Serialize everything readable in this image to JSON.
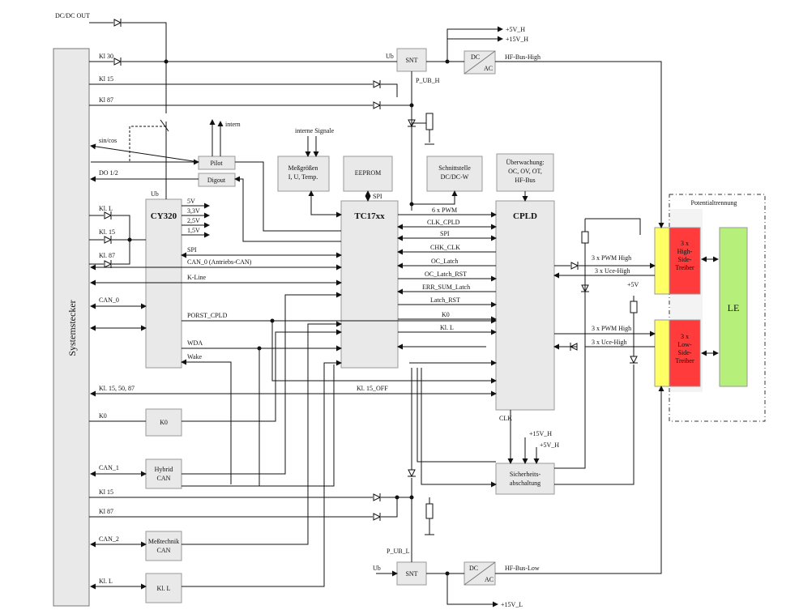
{
  "connector": {
    "label": "Systemstecker"
  },
  "blocks": {
    "cy320": "CY320",
    "tc17": "TC17xx",
    "cpld": "CPLD",
    "pilot": "Pilot",
    "digout": "Digout",
    "messgroessen": [
      "Meßgrößen",
      "I, U, Temp."
    ],
    "eeprom": "EEPROM",
    "schnittstelle": [
      "Schnittstelle",
      "DC/DC-W"
    ],
    "ueberwachung": [
      "Überwachung:",
      "OC, OV, OT,",
      "HF-Bus"
    ],
    "k0": "K0",
    "hybrid_can": [
      "Hybrid",
      "CAN"
    ],
    "messtechnik_can": [
      "Meßtechnik",
      "CAN"
    ],
    "kl_l": "Kl. L",
    "snt_top": "SNT",
    "snt_bottom": "SNT",
    "dc_top": "DC",
    "ac_top": "AC",
    "dc_bottom": "DC",
    "ac_bottom": "AC",
    "sicherheit": [
      "Sicherheits-",
      "abschaltung"
    ],
    "high_driver": [
      "3 x",
      "High-",
      "Side-",
      "Treiber"
    ],
    "low_driver": [
      "3 x",
      "Low-",
      "Side-",
      "Treiber"
    ],
    "le": "LE",
    "potential": "Potentialtrennung"
  },
  "left_signals": {
    "dcdc_out": "DC/DC OUT",
    "kl30": "Kl 30",
    "kl15": "Kl 15",
    "kl87": "Kl 87",
    "sin_cos": "sin/cos",
    "do12": "DO 1/2",
    "kl_l": "Kl. L",
    "kl_15": "Kl. 15",
    "kl_87": "Kl. 87",
    "can0": "CAN_0",
    "kl_15_50_87": "Kl. 15, 50, 87",
    "k0": "K0",
    "can1": "CAN_1",
    "kl15_b": "Kl 15",
    "kl87_b": "Kl 87",
    "can2": "CAN_2",
    "kl_l_b": "Kl. L"
  },
  "cy320_pins": {
    "ub": "Ub",
    "v5": "5V",
    "v33": "3,3V",
    "v25": "2,5V",
    "v15": "1,5V",
    "spi": "SPI",
    "can0": "CAN_0 (Antriebs-CAN)",
    "kline": "K-Line",
    "porst": "PORST_CPLD",
    "wda": "WDA",
    "wake": "Wake"
  },
  "bus_signals": {
    "pwm6": "6 x PWM",
    "clk_cpld": "CLK_CPLD",
    "spi": "SPI",
    "chk_clk": "CHK_CLK",
    "oc_latch": "OC_Latch",
    "oc_latch_rst": "OC_Latch_RST",
    "err_sum": "ERR_SUM_Latch",
    "latch_rst": "Latch_RST",
    "k0": "K0",
    "kl_l": "Kl. L",
    "kl15_off": "Kl. 15_OFF",
    "spi_eeprom": "SPI"
  },
  "power": {
    "ub_top": "Ub",
    "p_ub_h": "P_UB_H",
    "plus5v_h": "+5V_H",
    "plus15v_h": "+15V_H",
    "hf_bus_high": "HF-Bus-High",
    "intern": "intern",
    "interne_signale": "interne Signale",
    "ub_bottom": "Ub",
    "p_ub_l": "P_UB_L",
    "hf_bus_low": "HF-Bus-Low",
    "plus15v_l": "+15V_L",
    "clk": "CLK",
    "plus15v_h2": "+15V_H",
    "plus5v_h2": "+5V_H",
    "plus5v": "+5V"
  },
  "driver_signals": {
    "pwm_high": "3 x PWM High",
    "uce_high_top": "3 x Uce-High",
    "pwm_high_low": "3 x PWM High",
    "uce_high_low": "3 x Uce-High"
  },
  "colors": {
    "block": "#e9e9e9",
    "driver_yellow": "#ffff66",
    "driver_red": "#ff3b3b",
    "le_green": "#b6f07a",
    "line": "#111111"
  }
}
